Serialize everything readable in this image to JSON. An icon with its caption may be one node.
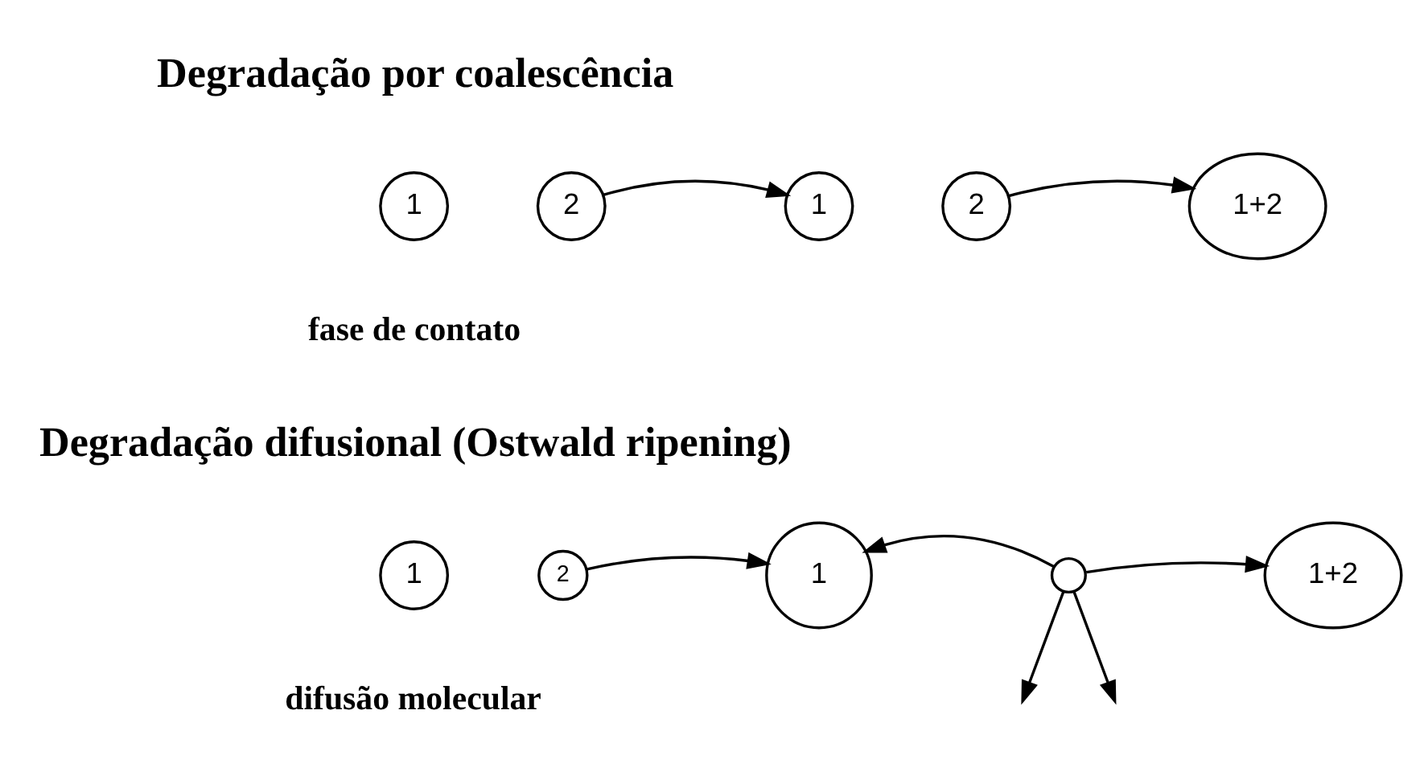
{
  "diagram": {
    "nodes": [
      {
        "text": [
          "1"
        ]
      },
      {
        "text": [
          "2"
        ]
      },
      {
        "text": [
          "1"
        ]
      },
      {
        "text": [
          "2"
        ]
      },
      {
        "text": [
          "1+2"
        ]
      },
      {
        "text": [
          "1"
        ]
      },
      {
        "text": [
          "2"
        ]
      },
      {
        "text": [
          "1"
        ]
      },
      {
        "text": [],
        "shape": "circle"
      },
      {
        "text": [
          "1+2"
        ]
      }
    ],
    "edges": [
      {
        "from": 1,
        "to": 2,
        "arrow": "to"
      },
      {
        "from": 3,
        "to": 4,
        "arrow": "to"
      },
      {
        "from": 6,
        "to": 7,
        "arrow": "to"
      },
      {
        "from": 8,
        "to": 7,
        "arrow": "to"
      },
      {
        "from": 8,
        "to": null,
        "arrow": "to"
      },
      {
        "from": 8,
        "to": null,
        "arrow": "to"
      },
      {
        "from": 8,
        "to": 9,
        "arrow": "to"
      }
    ],
    "labels": [
      "Degradação por coalescência",
      "fase de contato",
      "Degradação difusional (Ostwald ripening)",
      "difusão molecular"
    ]
  }
}
